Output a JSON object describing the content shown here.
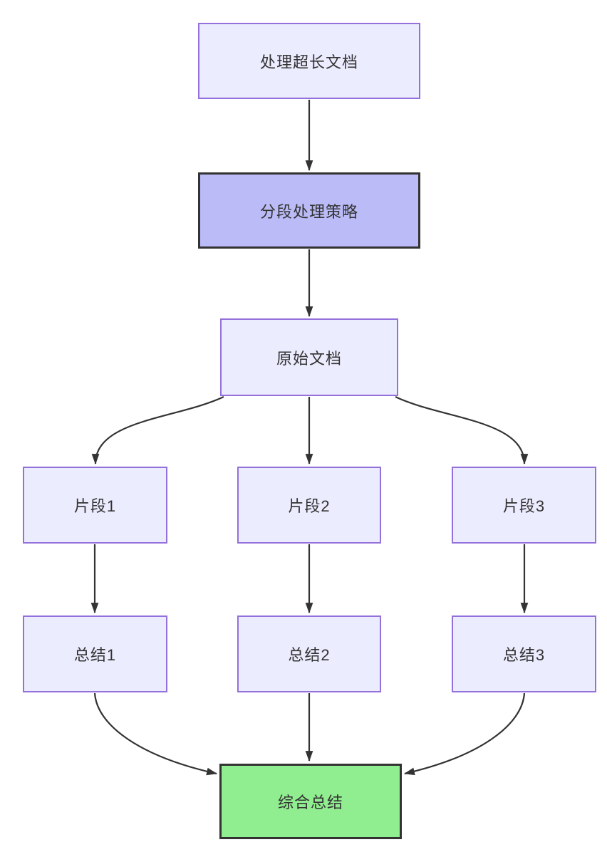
{
  "diagram": {
    "type": "flowchart-top-down",
    "nodes": [
      {
        "id": "A",
        "label": "处理超长文档",
        "type": "default"
      },
      {
        "id": "B",
        "label": "分段处理策略",
        "type": "highlight"
      },
      {
        "id": "C",
        "label": "原始文档",
        "type": "default"
      },
      {
        "id": "D1",
        "label": "片段1",
        "type": "default"
      },
      {
        "id": "D2",
        "label": "片段2",
        "type": "default"
      },
      {
        "id": "D3",
        "label": "片段3",
        "type": "default"
      },
      {
        "id": "E1",
        "label": "总结1",
        "type": "default"
      },
      {
        "id": "E2",
        "label": "总结2",
        "type": "default"
      },
      {
        "id": "E3",
        "label": "总结3",
        "type": "default"
      },
      {
        "id": "F",
        "label": "综合总结",
        "type": "result"
      }
    ],
    "edges": [
      {
        "from": "处理超长文档",
        "to": "分段处理策略"
      },
      {
        "from": "分段处理策略",
        "to": "原始文档"
      },
      {
        "from": "原始文档",
        "to": "片段1"
      },
      {
        "from": "原始文档",
        "to": "片段2"
      },
      {
        "from": "原始文档",
        "to": "片段3"
      },
      {
        "from": "片段1",
        "to": "总结1"
      },
      {
        "from": "片段2",
        "to": "总结2"
      },
      {
        "from": "片段3",
        "to": "总结3"
      },
      {
        "from": "总结1",
        "to": "综合总结"
      },
      {
        "from": "总结2",
        "to": "综合总结"
      },
      {
        "from": "总结3",
        "to": "综合总结"
      }
    ],
    "colors": {
      "node_fill": "#ECECFF",
      "node_border": "#9370DB",
      "highlight_fill": "#bbbbf7",
      "highlight_border": "#333333",
      "result_fill": "#90ee90",
      "result_border": "#333333",
      "edge": "#333333",
      "text": "#333333"
    }
  }
}
